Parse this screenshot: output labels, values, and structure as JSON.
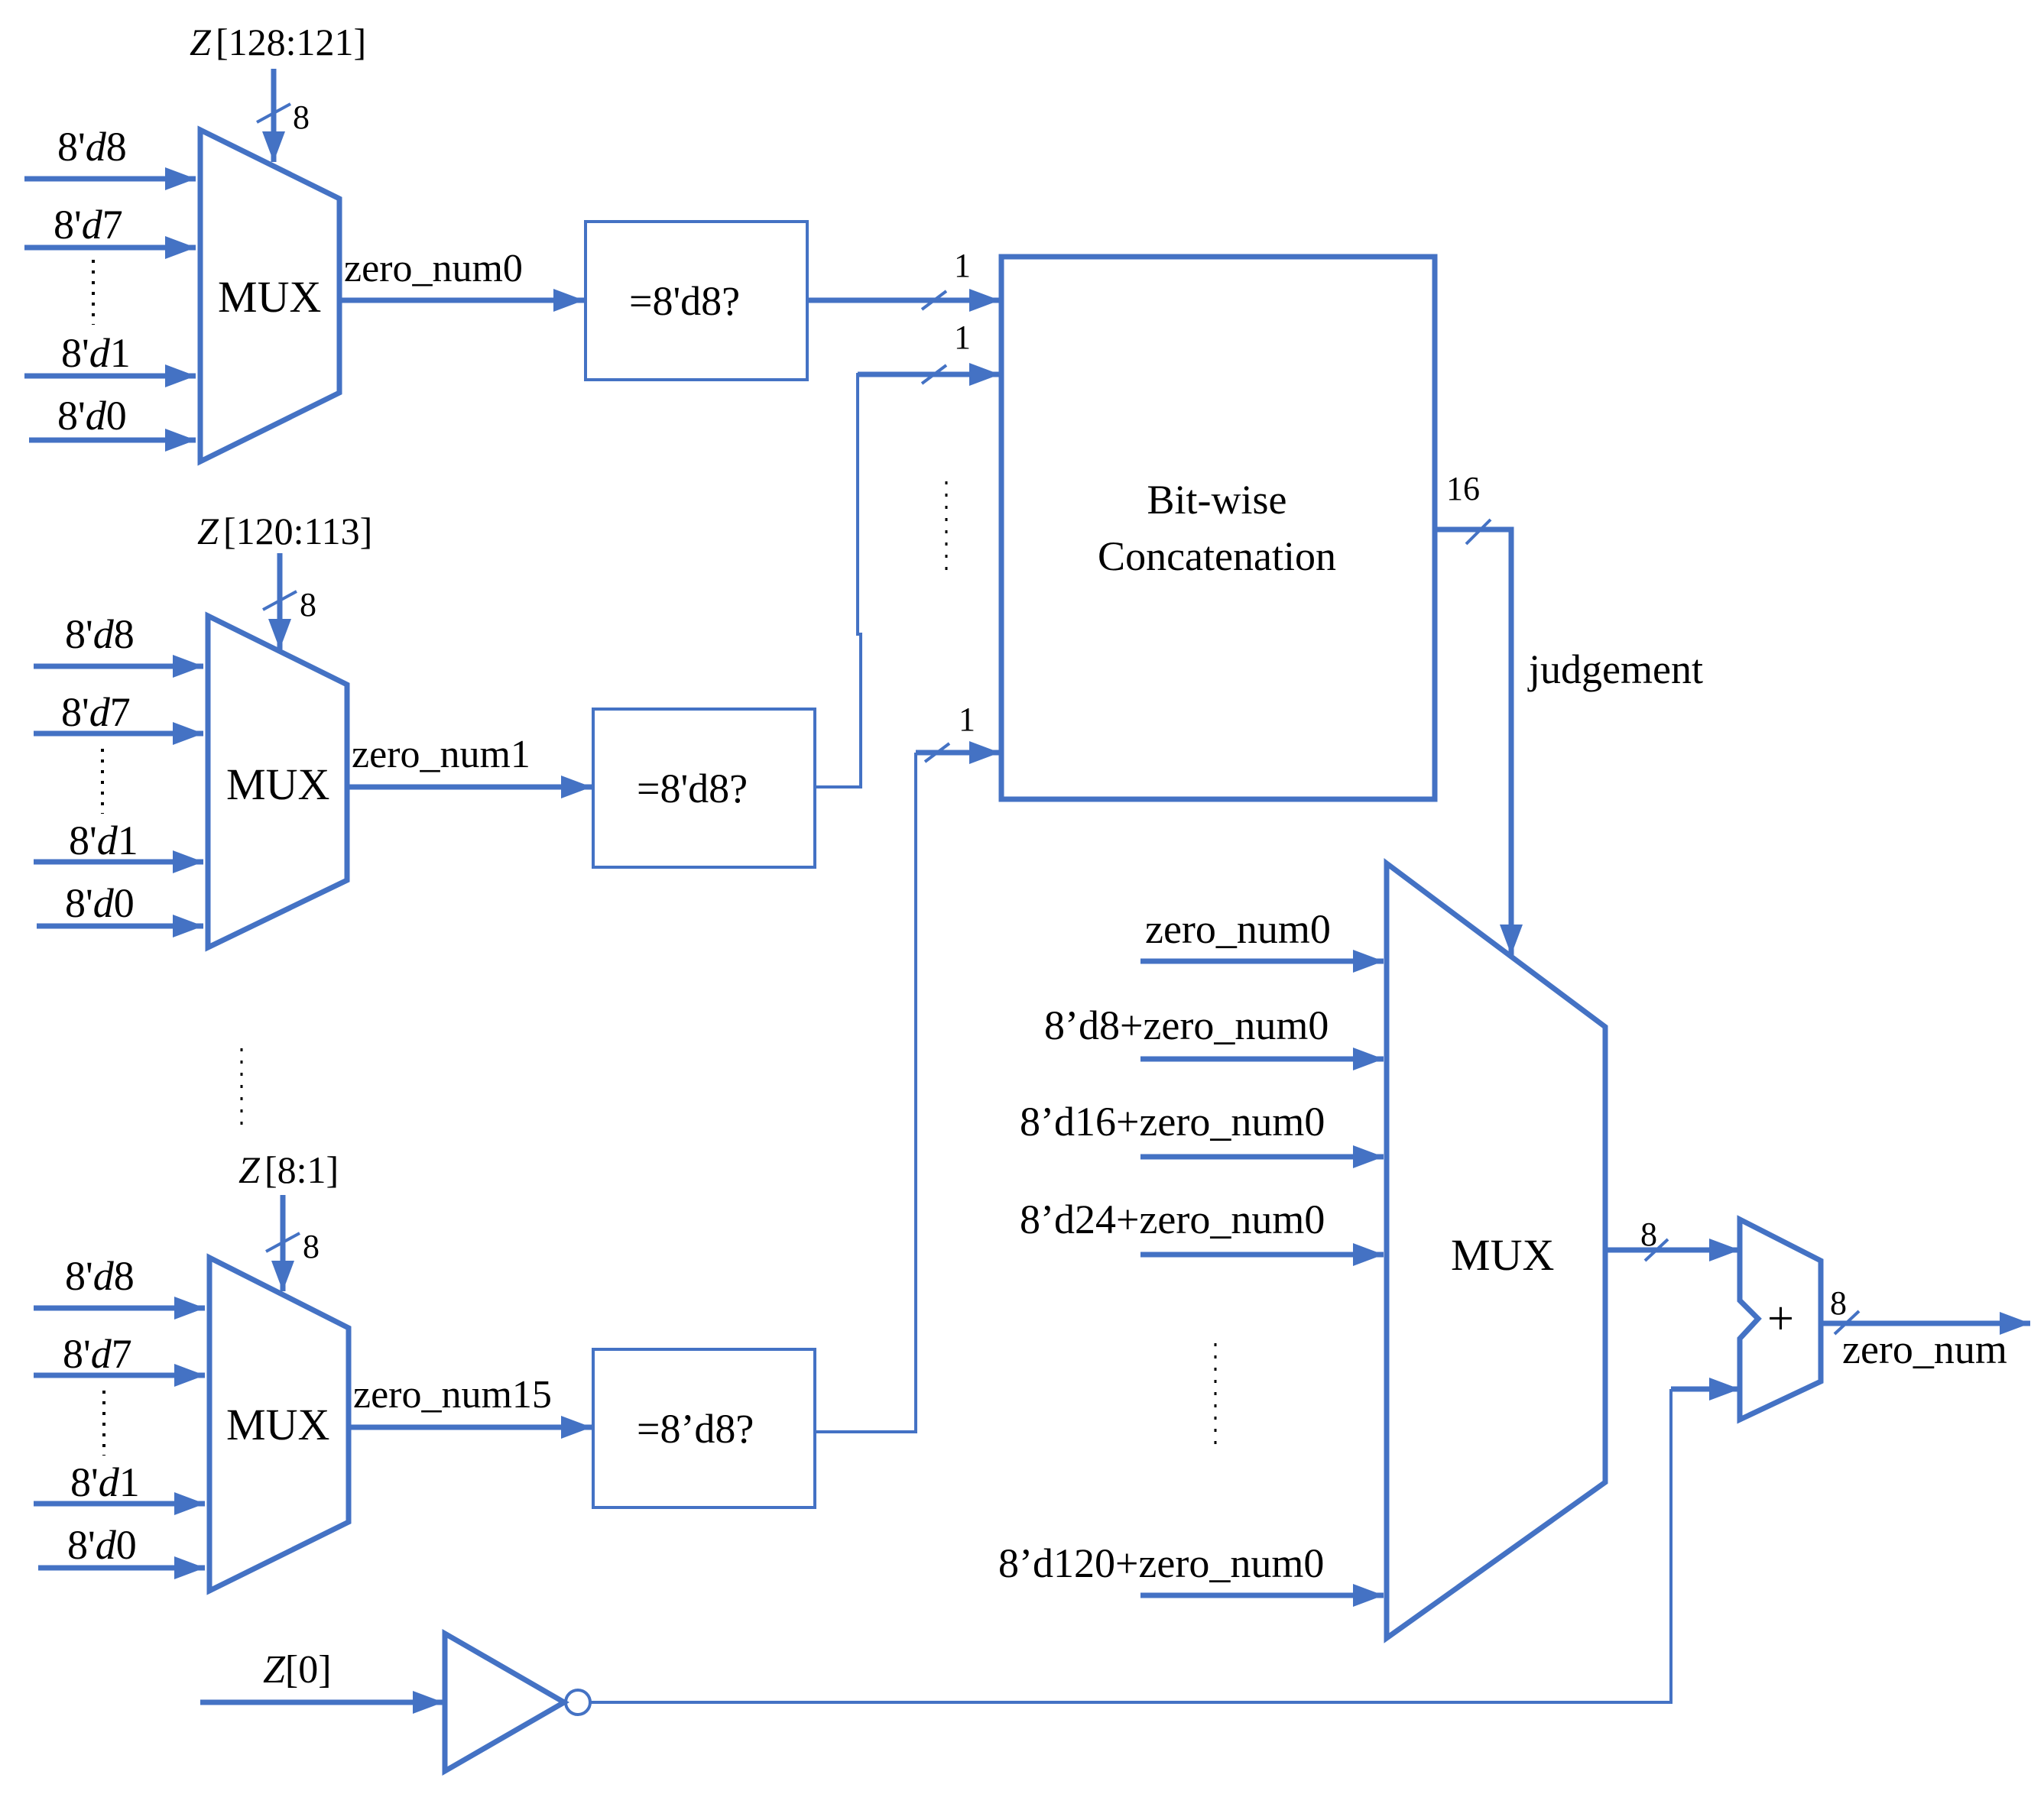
{
  "colors": {
    "wire": "#4472C4",
    "text": "#000000",
    "background": "#ffffff"
  },
  "stage_muxes": [
    {
      "select": "Z[128:121]",
      "bus": "8",
      "inputs": [
        "8'd8",
        "8'd7",
        "8'd1",
        "8'd0"
      ],
      "label": "MUX",
      "output": "zero_num0",
      "compare": "=8'd8?"
    },
    {
      "select": "Z[120:113]",
      "bus": "8",
      "inputs": [
        "8'd8",
        "8'd7",
        "8'd1",
        "8'd0"
      ],
      "label": "MUX",
      "output": "zero_num1",
      "compare": "=8'd8?"
    },
    {
      "select": "Z[8:1]",
      "bus": "8",
      "inputs": [
        "8'd8",
        "8'd7",
        "8'd1",
        "8'd0"
      ],
      "label": "MUX",
      "output": "zero_num15",
      "compare": "=8’d8?"
    }
  ],
  "concat": {
    "line1": "Bit-wise",
    "line2": "Concatenation",
    "in_bits": [
      "1",
      "1",
      "1"
    ],
    "out_bits": "16"
  },
  "judgement": "judgement",
  "final_mux": {
    "label": "MUX",
    "inputs": [
      "zero_num0",
      "8’d8+zero_num0",
      "8’d16+zero_num0",
      "8’d24+zero_num0",
      "8’d120+zero_num0"
    ],
    "out_bits": "8"
  },
  "adder": {
    "symbol": "+",
    "out_bits": "8",
    "output": "zero_num"
  },
  "inverter": {
    "input": "Z[0]"
  }
}
